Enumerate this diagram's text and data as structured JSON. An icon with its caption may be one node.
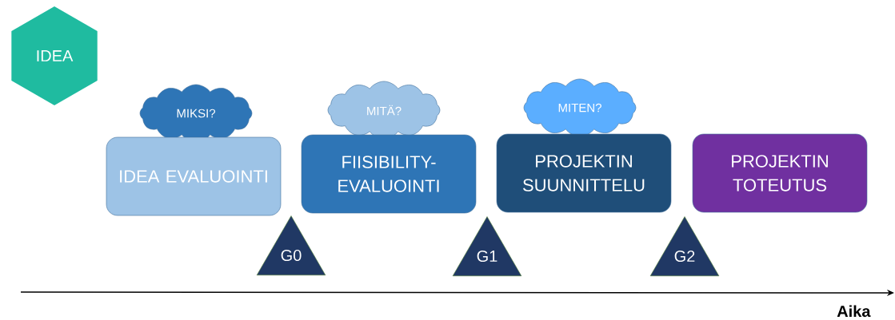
{
  "diagram": {
    "nodes": [
      {
        "text": [
          "IDEA"
        ]
      },
      {
        "text": [
          "MIKSI?"
        ]
      },
      {
        "text": [
          "MITÄ?"
        ]
      },
      {
        "text": [
          "MITEN?"
        ]
      },
      {
        "text": [
          "IDEA EVALUOINTI"
        ]
      },
      {
        "text": [
          "FIISIBILITY- EVALUOINTI"
        ]
      },
      {
        "text": [
          "PROJEKTIN SUUNNITTELU"
        ]
      },
      {
        "text": [
          "PROJEKTIN TOTEUTUS"
        ]
      },
      {
        "text": [
          "G0"
        ]
      },
      {
        "text": [
          "G1"
        ]
      },
      {
        "text": [
          "G2"
        ]
      }
    ],
    "labels": [
      "Aika"
    ]
  }
}
